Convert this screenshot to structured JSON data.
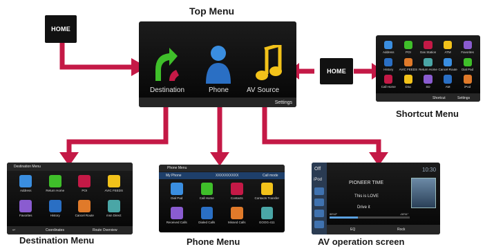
{
  "titles": {
    "top_menu": "Top Menu",
    "shortcut_menu": "Shortcut Menu",
    "destination_menu": "Destination Menu",
    "phone_menu": "Phone Menu",
    "av_screen": "AV operation screen"
  },
  "home_label": "HOME",
  "top_menu": {
    "items": [
      "Destination",
      "Phone",
      "AV Source"
    ],
    "settings": "Settings"
  },
  "shortcut": {
    "icons": [
      "Address",
      "POI",
      "Gas Station",
      "ATM",
      "Favorites",
      "History",
      "AVIC FEEDS",
      "Return Home",
      "Cancel Route",
      "Dial Pad",
      "Call Home",
      "Disc",
      "SD",
      "AM",
      "iPod"
    ],
    "bottom": [
      "Shortcut",
      "Settings"
    ]
  },
  "destination": {
    "header": "Destination Menu",
    "icons": [
      "Address",
      "Return Home",
      "POI",
      "AVIC FEEDS",
      "Favorites",
      "History",
      "Cancel Route",
      "msn Direct"
    ],
    "bottom": [
      "Coordinates",
      "Route Overview"
    ]
  },
  "phone": {
    "header": "Phone Menu",
    "phone_name": "My Phone",
    "number": "XXXXXXXXXX",
    "call_status": "Call mode",
    "icons": [
      "Dial Pad",
      "Call Home",
      "Contacts",
      "Contacts Transfer",
      "Received Calls",
      "Dialed Calls",
      "Missed Calls",
      "GOOG-411"
    ]
  },
  "av": {
    "side_labels": [
      "Off",
      "iPod"
    ],
    "track_title": "PIONEER TIME",
    "artist": "This is LOVE",
    "album": "Drive it",
    "elapsed": "00'12\"",
    "remaining": "-02'11\"",
    "time": "10:30",
    "eq": "EQ",
    "genre": "Rock",
    "progress": 0.35
  },
  "colors": {
    "arrow": "#c41946",
    "screen_bg": "#0d0d0d",
    "label": "#1a1a1a"
  }
}
